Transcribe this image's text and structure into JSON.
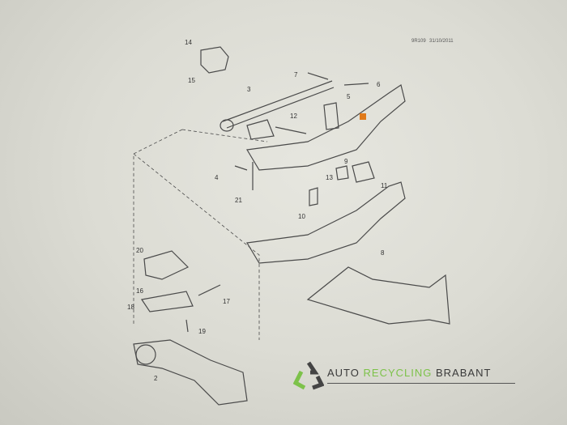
{
  "header": {
    "code": "9R109",
    "date": "31/10/2011"
  },
  "callouts": [
    "14",
    "15",
    "3",
    "7",
    "6",
    "5",
    "9",
    "12",
    "4",
    "21",
    "13",
    "11",
    "10",
    "8",
    "20",
    "16",
    "18",
    "17",
    "19",
    "2"
  ],
  "watermark": {
    "word1": "AUTO",
    "word2": "RECYCLING",
    "word3": "BRABANT"
  },
  "colors": {
    "highlight": "#e07a1a",
    "logo_green": "#7dc24a",
    "logo_dark": "#444444"
  }
}
